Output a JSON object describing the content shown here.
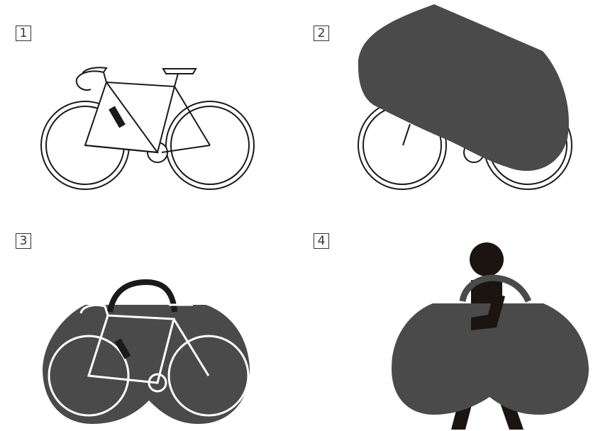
{
  "steps": [
    {
      "number": "1",
      "scene": "bicycle"
    },
    {
      "number": "2",
      "scene": "bicycle-covered"
    },
    {
      "number": "3",
      "scene": "bicycle-in-bag"
    },
    {
      "number": "4",
      "scene": "person-carrying-bag"
    }
  ],
  "colors": {
    "cover": "#4a4a4a",
    "outline": "#1a1a1a",
    "frame_fill": "#ffffff",
    "person": "#1c1410",
    "label_border": "#333333"
  },
  "icons": {
    "step1": "bicycle-icon",
    "step2": "bicycle-cover-icon",
    "step3": "bike-bag-icon",
    "step4": "person-carrying-icon"
  }
}
